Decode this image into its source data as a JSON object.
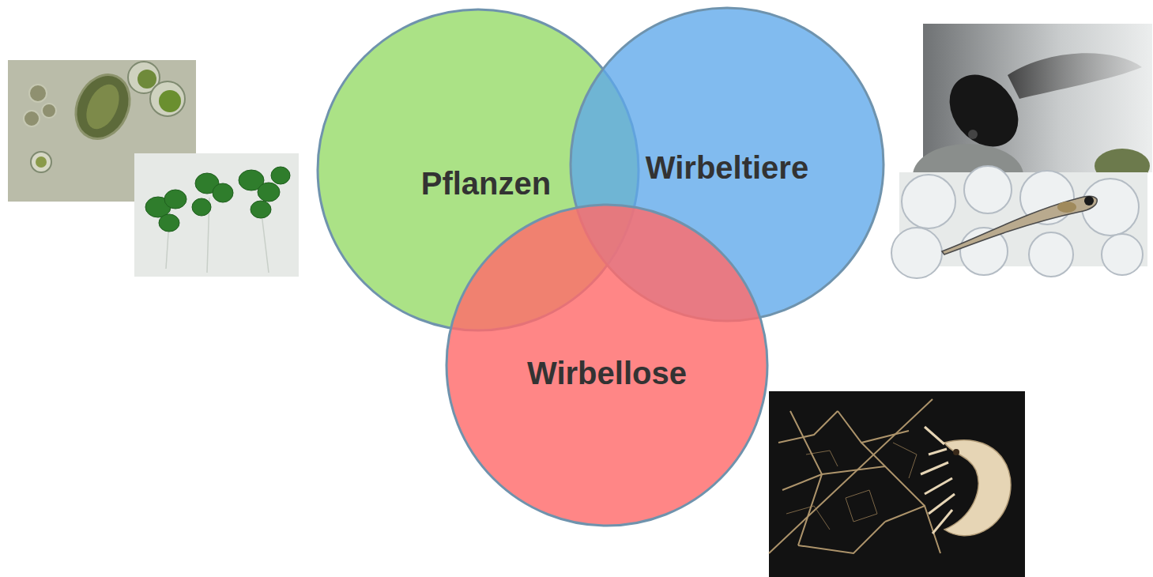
{
  "diagram": {
    "nodes": [
      {
        "text": [
          "Pflanzen"
        ]
      },
      {
        "text": [
          "Wirbeltiere"
        ]
      },
      {
        "text": [
          "Wirbellose"
        ]
      }
    ]
  }
}
